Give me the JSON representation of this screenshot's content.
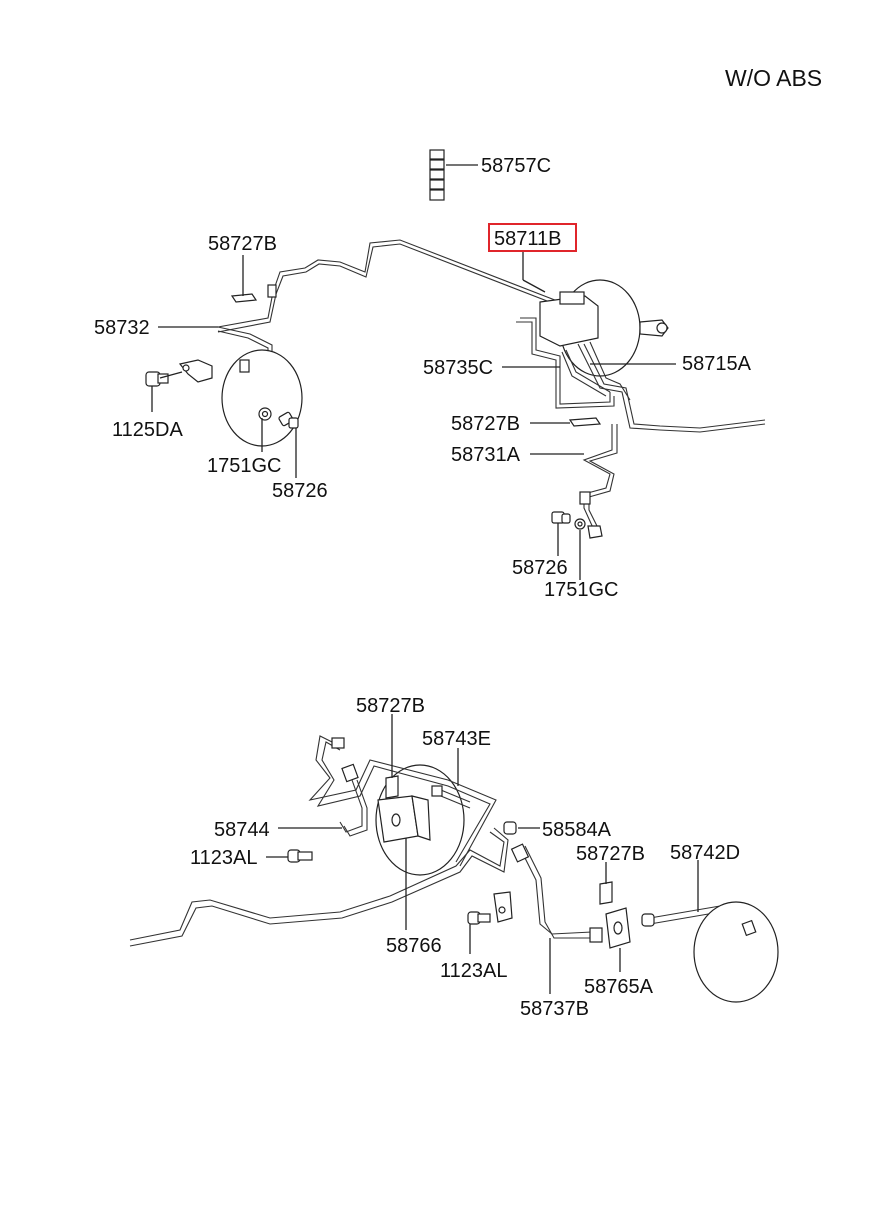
{
  "header": {
    "variant": "W/O  ABS"
  },
  "colors": {
    "highlight": "#e0252b",
    "ink": "#222222"
  },
  "labels": {
    "p58757C": "58757C",
    "p58711B": "58711B",
    "p58727B_a": "58727B",
    "p58732": "58732",
    "p58735C": "58735C",
    "p58715A": "58715A",
    "p1125DA": "1125DA",
    "p1751GC_a": "1751GC",
    "p58726_a": "58726",
    "p58727B_b": "58727B",
    "p58731A": "58731A",
    "p58726_b": "58726",
    "p1751GC_b": "1751GC",
    "p58727B_c": "58727B",
    "p58743E": "58743E",
    "p58744": "58744",
    "p1123AL_a": "1123AL",
    "p58584A": "58584A",
    "p58727B_d": "58727B",
    "p58742D": "58742D",
    "p58766": "58766",
    "p1123AL_b": "1123AL",
    "p58765A": "58765A",
    "p58737B": "58737B"
  },
  "highlighted_part": "58711B"
}
